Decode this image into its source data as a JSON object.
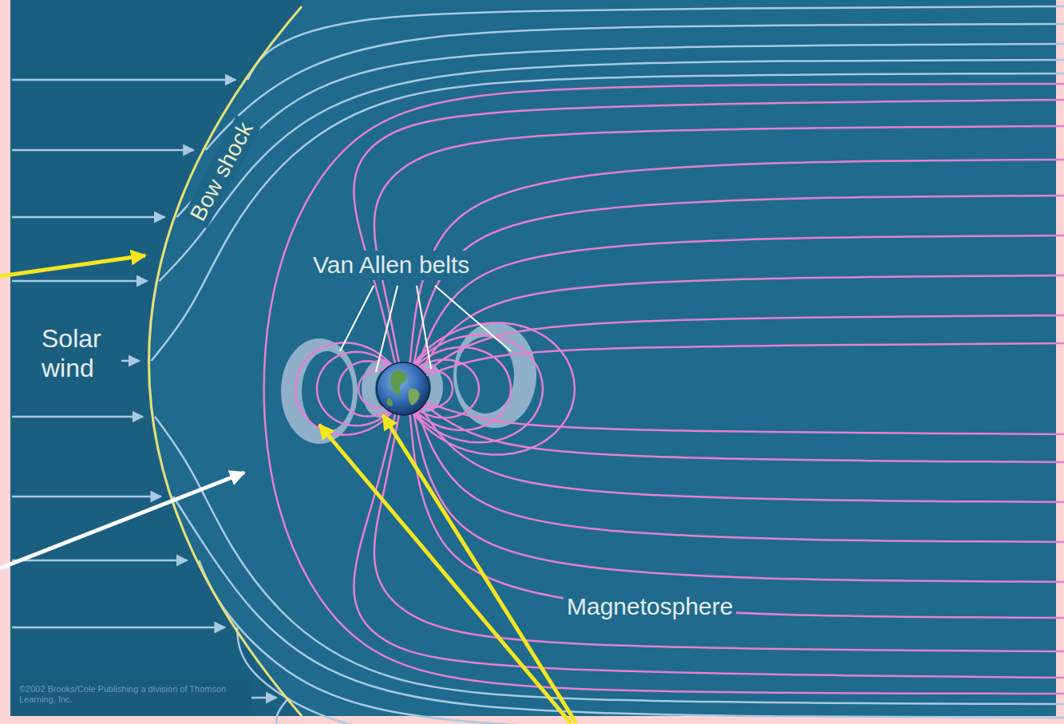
{
  "diagram": {
    "labels": [
      "Bow shock",
      "Solar wind",
      "Van Allen belts",
      "Magnetosphere",
      "©2002 Brooks/Cole Publishing a division of Thomson Learning, Inc."
    ]
  }
}
